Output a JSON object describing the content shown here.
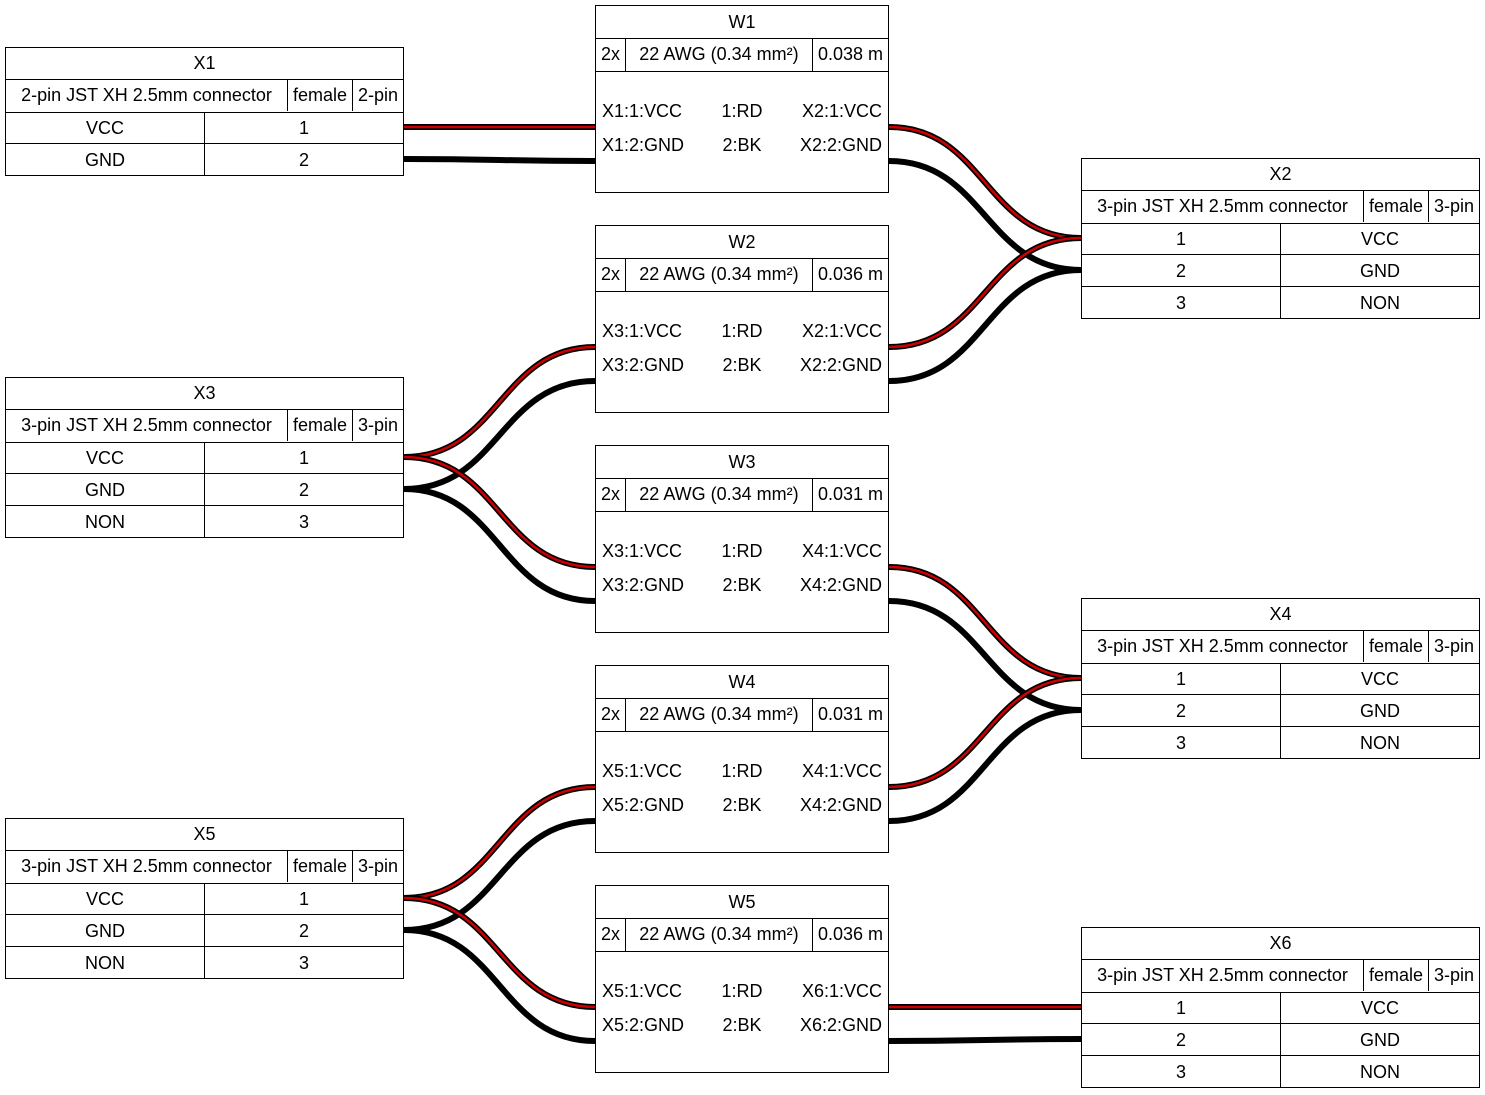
{
  "colors": {
    "red": "#cc0000",
    "black": "#000000"
  },
  "connectors": {
    "X1": {
      "name": "X1",
      "type": "2-pin JST XH 2.5mm connector",
      "gender": "female",
      "pincount": "2-pin",
      "pins": [
        {
          "label": "VCC",
          "num": "1"
        },
        {
          "label": "GND",
          "num": "2"
        }
      ]
    },
    "X2": {
      "name": "X2",
      "type": "3-pin JST XH 2.5mm connector",
      "gender": "female",
      "pincount": "3-pin",
      "pins": [
        {
          "label": "VCC",
          "num": "1"
        },
        {
          "label": "GND",
          "num": "2"
        },
        {
          "label": "NON",
          "num": "3"
        }
      ]
    },
    "X3": {
      "name": "X3",
      "type": "3-pin JST XH 2.5mm connector",
      "gender": "female",
      "pincount": "3-pin",
      "pins": [
        {
          "label": "VCC",
          "num": "1"
        },
        {
          "label": "GND",
          "num": "2"
        },
        {
          "label": "NON",
          "num": "3"
        }
      ]
    },
    "X4": {
      "name": "X4",
      "type": "3-pin JST XH 2.5mm connector",
      "gender": "female",
      "pincount": "3-pin",
      "pins": [
        {
          "label": "VCC",
          "num": "1"
        },
        {
          "label": "GND",
          "num": "2"
        },
        {
          "label": "NON",
          "num": "3"
        }
      ]
    },
    "X5": {
      "name": "X5",
      "type": "3-pin JST XH 2.5mm connector",
      "gender": "female",
      "pincount": "3-pin",
      "pins": [
        {
          "label": "VCC",
          "num": "1"
        },
        {
          "label": "GND",
          "num": "2"
        },
        {
          "label": "NON",
          "num": "3"
        }
      ]
    },
    "X6": {
      "name": "X6",
      "type": "3-pin JST XH 2.5mm connector",
      "gender": "female",
      "pincount": "3-pin",
      "pins": [
        {
          "label": "VCC",
          "num": "1"
        },
        {
          "label": "GND",
          "num": "2"
        },
        {
          "label": "NON",
          "num": "3"
        }
      ]
    }
  },
  "cables": {
    "W1": {
      "name": "W1",
      "count": "2x",
      "gauge": "22 AWG (0.34 mm²)",
      "length": "0.038 m",
      "wires": [
        {
          "from": "X1:1:VCC",
          "id": "1:RD",
          "to": "X2:1:VCC"
        },
        {
          "from": "X1:2:GND",
          "id": "2:BK",
          "to": "X2:2:GND"
        }
      ]
    },
    "W2": {
      "name": "W2",
      "count": "2x",
      "gauge": "22 AWG (0.34 mm²)",
      "length": "0.036 m",
      "wires": [
        {
          "from": "X3:1:VCC",
          "id": "1:RD",
          "to": "X2:1:VCC"
        },
        {
          "from": "X3:2:GND",
          "id": "2:BK",
          "to": "X2:2:GND"
        }
      ]
    },
    "W3": {
      "name": "W3",
      "count": "2x",
      "gauge": "22 AWG (0.34 mm²)",
      "length": "0.031 m",
      "wires": [
        {
          "from": "X3:1:VCC",
          "id": "1:RD",
          "to": "X4:1:VCC"
        },
        {
          "from": "X3:2:GND",
          "id": "2:BK",
          "to": "X4:2:GND"
        }
      ]
    },
    "W4": {
      "name": "W4",
      "count": "2x",
      "gauge": "22 AWG (0.34 mm²)",
      "length": "0.031 m",
      "wires": [
        {
          "from": "X5:1:VCC",
          "id": "1:RD",
          "to": "X4:1:VCC"
        },
        {
          "from": "X5:2:GND",
          "id": "2:BK",
          "to": "X4:2:GND"
        }
      ]
    },
    "W5": {
      "name": "W5",
      "count": "2x",
      "gauge": "22 AWG (0.34 mm²)",
      "length": "0.036 m",
      "wires": [
        {
          "from": "X5:1:VCC",
          "id": "1:RD",
          "to": "X6:1:VCC"
        },
        {
          "from": "X5:2:GND",
          "id": "2:BK",
          "to": "X6:2:GND"
        }
      ]
    }
  }
}
